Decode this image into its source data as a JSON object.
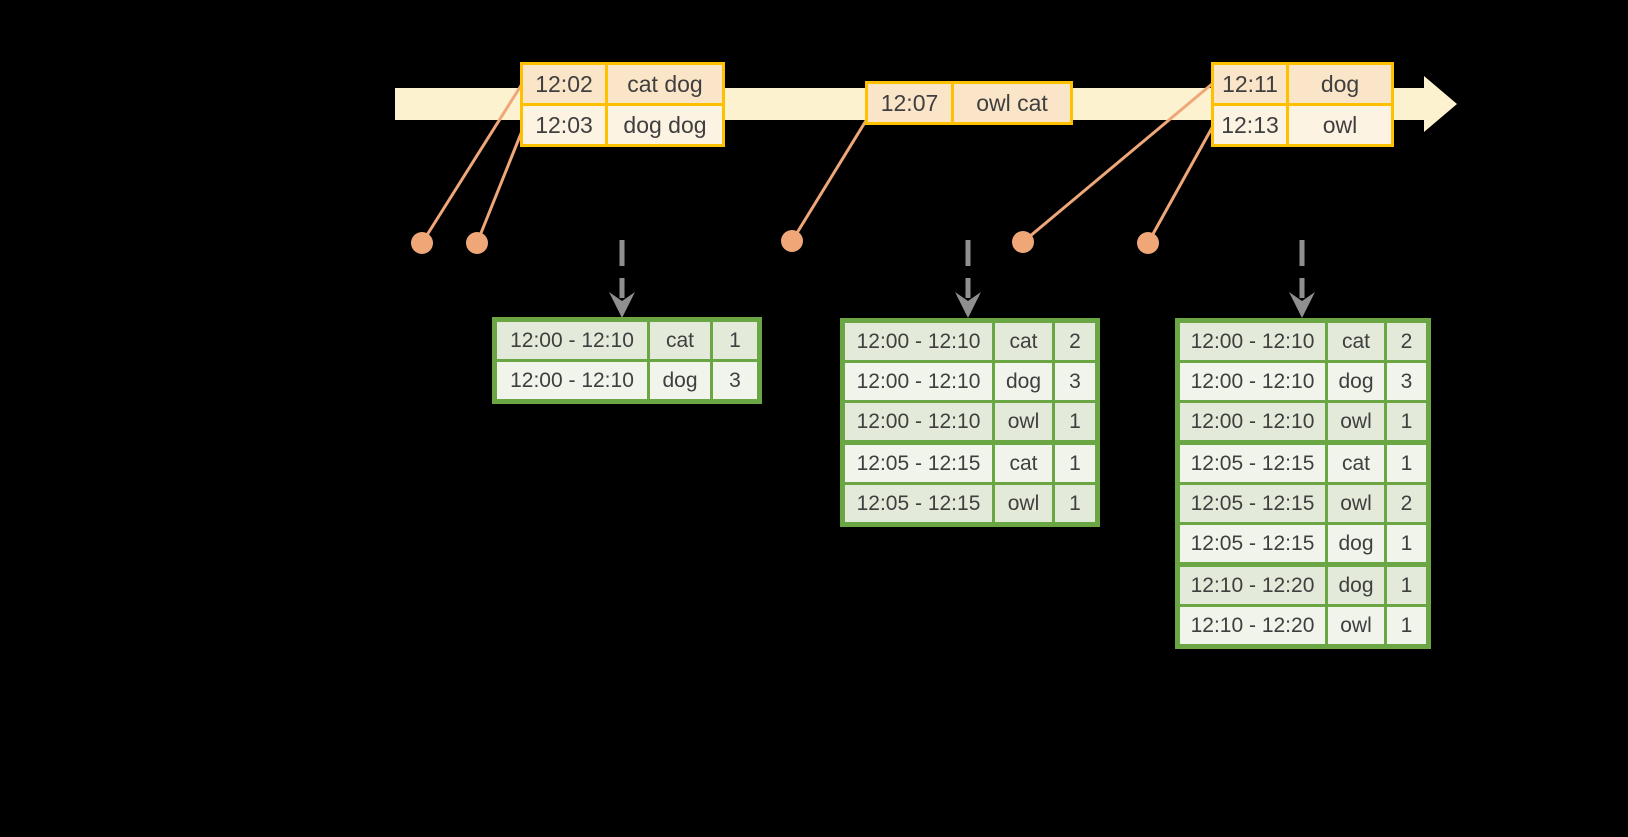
{
  "diagram_type": "windowed-grouped-aggregation-streaming-diagram",
  "colors": {
    "background": "#000000",
    "band": "#fdf2cf",
    "orange-border": "#ffc000",
    "peach": "#fbe5c8",
    "cream": "#fdf3e3",
    "dot": "#f0a778",
    "gray": "#8f8f8f",
    "green-border": "#6ba644",
    "green-dark": "#e3ead9",
    "green-light": "#f0f4eb",
    "text": "#3f3f3f"
  },
  "icons": {
    "timeline_arrow": "right-pointing-block-arrow",
    "event_dot": "filled-circle-marker",
    "connector_line": "diagonal-leader-line",
    "trigger_arrow": "dashed-down-arrow"
  },
  "event_tables": [
    {
      "rows": [
        {
          "time": "12:02",
          "words": "cat dog"
        },
        {
          "time": "12:03",
          "words": "dog dog"
        }
      ]
    },
    {
      "rows": [
        {
          "time": "12:07",
          "words": "owl cat"
        }
      ]
    },
    {
      "rows": [
        {
          "time": "12:11",
          "words": "dog"
        },
        {
          "time": "12:13",
          "words": "owl"
        }
      ]
    }
  ],
  "result_tables": [
    {
      "rows": [
        {
          "window": "12:00 - 12:10",
          "word": "cat",
          "count": "1"
        },
        {
          "window": "12:00 - 12:10",
          "word": "dog",
          "count": "3"
        }
      ]
    },
    {
      "rows": [
        {
          "window": "12:00 - 12:10",
          "word": "cat",
          "count": "2"
        },
        {
          "window": "12:00 - 12:10",
          "word": "dog",
          "count": "3"
        },
        {
          "window": "12:00 - 12:10",
          "word": "owl",
          "count": "1"
        },
        {
          "window": "12:05 - 12:15",
          "word": "cat",
          "count": "1"
        },
        {
          "window": "12:05 - 12:15",
          "word": "owl",
          "count": "1"
        }
      ]
    },
    {
      "rows": [
        {
          "window": "12:00 - 12:10",
          "word": "cat",
          "count": "2"
        },
        {
          "window": "12:00 - 12:10",
          "word": "dog",
          "count": "3"
        },
        {
          "window": "12:00 - 12:10",
          "word": "owl",
          "count": "1"
        },
        {
          "window": "12:05 - 12:15",
          "word": "cat",
          "count": "1"
        },
        {
          "window": "12:05 - 12:15",
          "word": "owl",
          "count": "2"
        },
        {
          "window": "12:05 - 12:15",
          "word": "dog",
          "count": "1"
        },
        {
          "window": "12:10 - 12:20",
          "word": "dog",
          "count": "1"
        },
        {
          "window": "12:10 - 12:20",
          "word": "owl",
          "count": "1"
        }
      ]
    }
  ]
}
